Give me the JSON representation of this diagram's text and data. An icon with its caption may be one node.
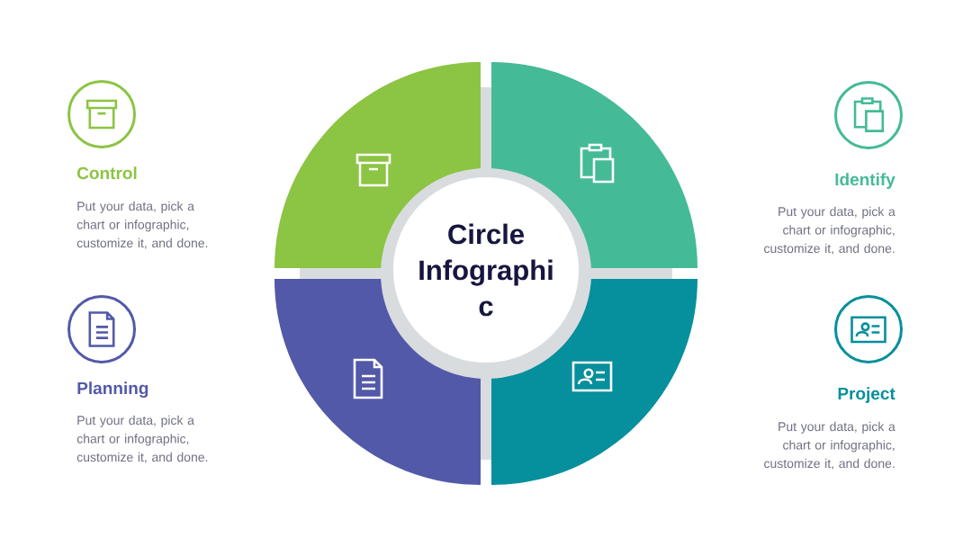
{
  "diagram": {
    "nodes": [
      {
        "text": [
          "Circle Infographi c"
        ]
      }
    ],
    "labels": [
      "Control",
      "Put your data, pick a chart or infographic, customize it, and done.",
      "Identify",
      "Put your data, pick a chart or infographic, customize it, and done.",
      "Planning",
      "Put your data, pick a chart or infographic, customize it, and done.",
      "Project",
      "Put your data, pick a chart or infographic, customize it, and done."
    ]
  }
}
